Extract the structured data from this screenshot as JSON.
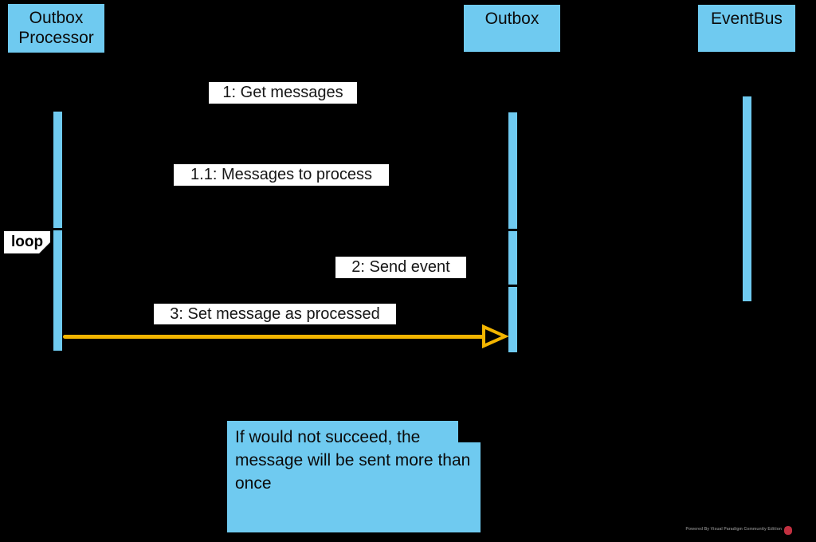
{
  "diagram_type": "uml-sequence-diagram",
  "participants": [
    {
      "name": "Outbox Processor"
    },
    {
      "name": "Outbox"
    },
    {
      "name": "EventBus"
    }
  ],
  "messages": [
    {
      "label": "1: Get messages"
    },
    {
      "label": "1.1: Messages to process"
    },
    {
      "label": "2: Send event"
    },
    {
      "label": "3: Set message as processed"
    }
  ],
  "fragment": {
    "operator": "loop"
  },
  "note": {
    "text": "If would not succeed, the message will be sent more than once"
  },
  "watermark": {
    "text": "Powered By Visual Paradigm Community Edition"
  },
  "colors": {
    "background": "#000000",
    "shape_fill": "#6FCAF0",
    "label_background": "#FFFFFF",
    "message_arrow": "#F3B500",
    "watermark_text": "#7D7D7D",
    "watermark_logo": "#C13040"
  }
}
